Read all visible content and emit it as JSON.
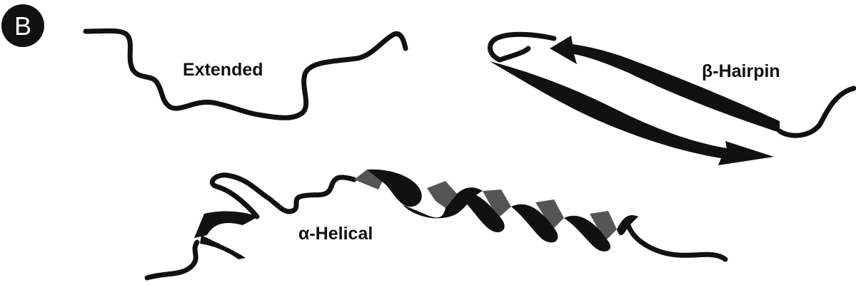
{
  "panel": {
    "letter": "B"
  },
  "structures": [
    {
      "id": "extended",
      "label": "Extended"
    },
    {
      "id": "hairpin",
      "label": "β-Hairpin"
    },
    {
      "id": "helical",
      "label": "α-Helical"
    }
  ],
  "colors": {
    "ink": "#111111",
    "ribbon_back": "#555555",
    "background": "#ffffff",
    "badge_text": "#ffffff"
  }
}
